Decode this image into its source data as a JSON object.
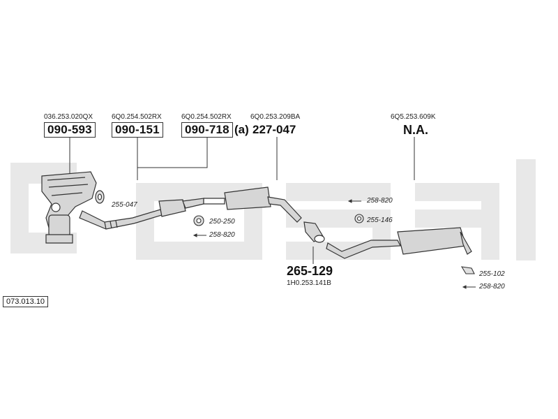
{
  "diagram_id": "073.013.10",
  "parts": [
    {
      "oem": "036.253.020QX",
      "number": "090-593",
      "boxed": true,
      "suffix": ""
    },
    {
      "oem": "6Q0.254.502RX",
      "number": "090-151",
      "boxed": true,
      "suffix": ""
    },
    {
      "oem": "6Q0.254.502RX",
      "number": "090-718",
      "boxed": true,
      "suffix": "(a)"
    },
    {
      "oem": "6Q0.253.209BA",
      "number": "227-047",
      "boxed": false,
      "suffix": ""
    },
    {
      "oem": "6Q5.253.609K",
      "number": "N.A.",
      "boxed": false,
      "suffix": ""
    }
  ],
  "lower_part": {
    "number": "265-129",
    "oem": "1H0.253.141B"
  },
  "accessories": {
    "a1": "255-047",
    "a2": "250-250",
    "a3": "258-820",
    "a4": "258-820",
    "a5": "255-146",
    "a6": "255-102",
    "a7": "258-820"
  },
  "watermark": "bosal",
  "colors": {
    "line": "#333333",
    "watermark": "#e6e6e6",
    "part_fill": "#d6d6d6"
  }
}
